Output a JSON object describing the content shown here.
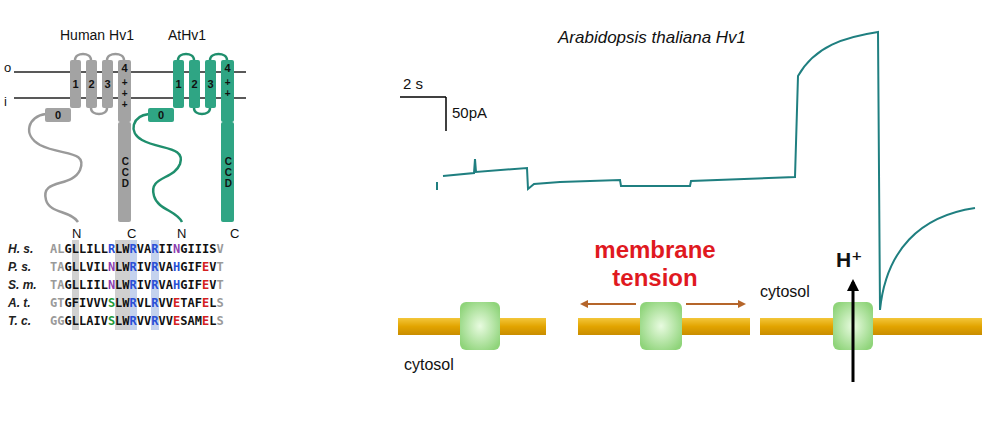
{
  "diagram": {
    "nodes": [
      {
        "text": [
          "0"
        ]
      },
      {
        "text": [
          "1"
        ]
      },
      {
        "text": [
          "2"
        ]
      },
      {
        "text": [
          "3"
        ]
      },
      {
        "text": [
          "4",
          "+++"
        ]
      },
      {
        "text": [
          "CCD"
        ]
      },
      {
        "text": [
          "0"
        ]
      },
      {
        "text": [
          "1"
        ]
      },
      {
        "text": [
          "2"
        ]
      },
      {
        "text": [
          "3"
        ]
      },
      {
        "text": [
          "4",
          "++"
        ]
      },
      {
        "text": [
          "CCD"
        ]
      }
    ],
    "labels": [
      "Human Hv1",
      "AtHv1",
      "o",
      "i",
      "N",
      "C",
      "N",
      "C",
      "H. s.",
      "ALGLLILLRLWRVARIINGIIISV",
      "P. s.",
      "TAGLLVILNLWRIVRVAHGIFEVT",
      "S. m.",
      "TAGLLIILNLWRIVRVAHGIFEVT",
      "A. t.",
      "GTGFIVVVSLWRVLRVVETAFELS",
      "T. c.",
      "GGGLLAIVSLWRVVRVVESAMELS",
      "Arabidopsis thaliana Hv1",
      "2 s",
      "50pA",
      "membrane tension",
      "H⁺",
      "cytosol",
      "cytosol"
    ]
  }
}
